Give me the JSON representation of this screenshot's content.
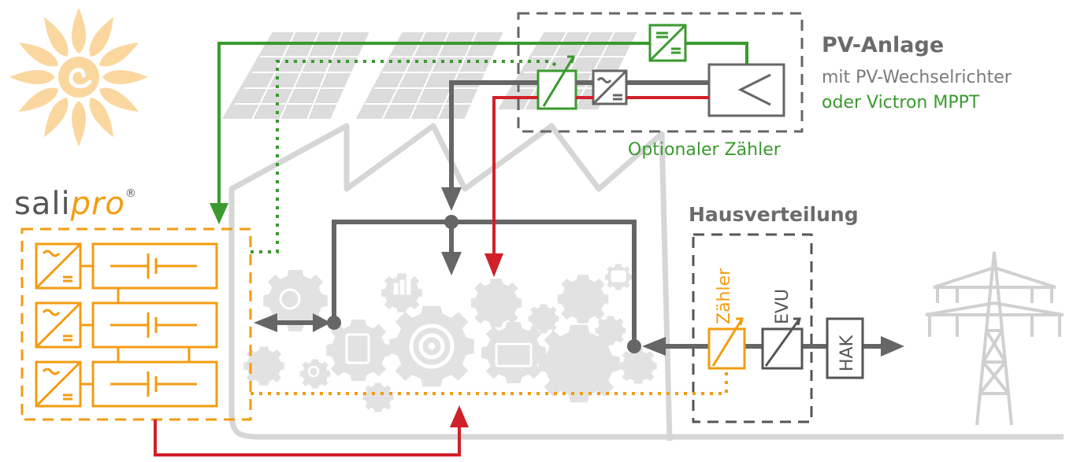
{
  "brand": {
    "name_part1": "sali",
    "name_part2": "pro",
    "registered": "®"
  },
  "pv_system": {
    "title": "PV-Anlage",
    "subtitle": "mit PV-Wechselrichter",
    "alternative": "oder Victron MPPT",
    "optional_meter": "Optionaler Zähler"
  },
  "house_distribution": {
    "title": "Hausverteilung",
    "meter_label": "Zähler",
    "utility_label": "EVU",
    "connection_label": "HAK"
  },
  "colors": {
    "gray_line": "#666666",
    "green_line": "#3a9a2e",
    "red_line": "#d0202a",
    "orange_salipro": "#f39c12",
    "light_gray": "#d6d6d6",
    "sun": "#fbd7a0"
  }
}
